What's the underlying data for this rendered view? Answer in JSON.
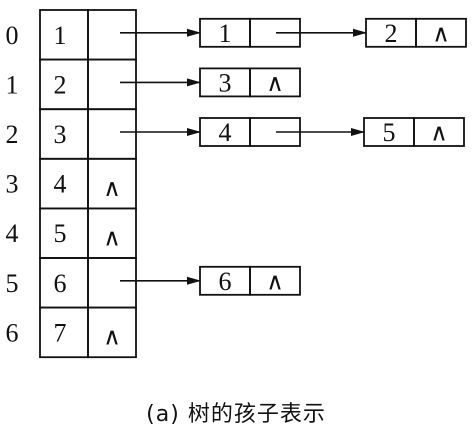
{
  "caption": "(a) 树的孩子表示",
  "null_symbol": "∧",
  "head_nodes": [
    {
      "index": "0",
      "data": "1",
      "children": [
        "1",
        "2"
      ]
    },
    {
      "index": "1",
      "data": "2",
      "children": [
        "3"
      ]
    },
    {
      "index": "2",
      "data": "3",
      "children": [
        "4",
        "5"
      ]
    },
    {
      "index": "3",
      "data": "4",
      "children": []
    },
    {
      "index": "4",
      "data": "5",
      "children": []
    },
    {
      "index": "5",
      "data": "6",
      "children": [
        "6"
      ]
    },
    {
      "index": "6",
      "data": "7",
      "children": []
    }
  ],
  "colors": {
    "stroke": "#111111",
    "background": "#ffffff"
  }
}
